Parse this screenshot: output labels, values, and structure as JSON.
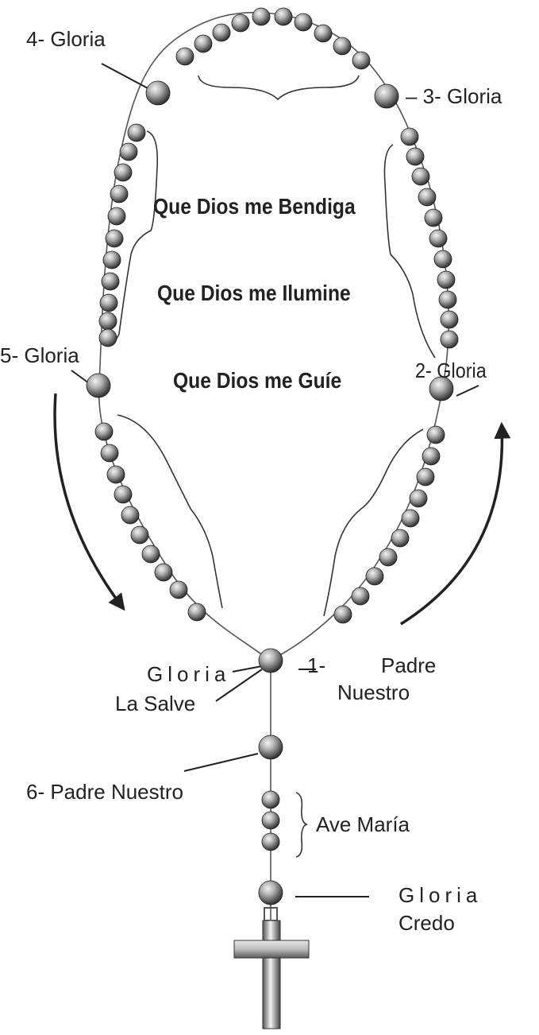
{
  "labels": {
    "gloria_4": "4- Gloria",
    "gloria_3": "– 3- Gloria",
    "gloria_5": "5- Gloria",
    "gloria_2": "2- Gloria",
    "center_gloria": "Gloria",
    "la_salve": "La Salve",
    "padre_nuestro_1_num": "1-",
    "padre_nuestro_1_text": "Padre",
    "padre_nuestro_1_text2": "Nuestro",
    "padre_nuestro_6": "6- Padre Nuestro",
    "ave_maria": "Ave María",
    "bottom_gloria": "Gloria",
    "credo": "Credo"
  },
  "prayers": [
    "Que Dios me Bendiga",
    "Que Dios me Ilumine",
    "Que Dios me Guíe"
  ],
  "colors": {
    "bead_light": "#f2f2f2",
    "bead_mid": "#8a8a8a",
    "bead_dark": "#2a2a2a",
    "line": "#444444",
    "text": "#222222"
  }
}
